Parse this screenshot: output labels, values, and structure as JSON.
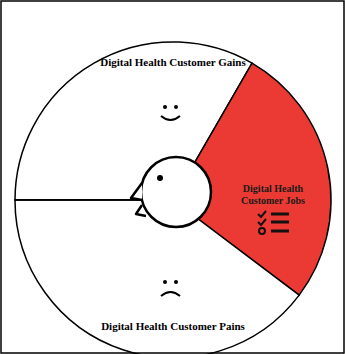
{
  "diagram": {
    "nodes": [
      {
        "text": [
          "Digital Health Customer Gains"
        ]
      },
      {
        "text": [
          "Digital Health Customer Jobs"
        ]
      },
      {
        "text": [
          "Digital Health Customer Pains"
        ]
      }
    ]
  }
}
